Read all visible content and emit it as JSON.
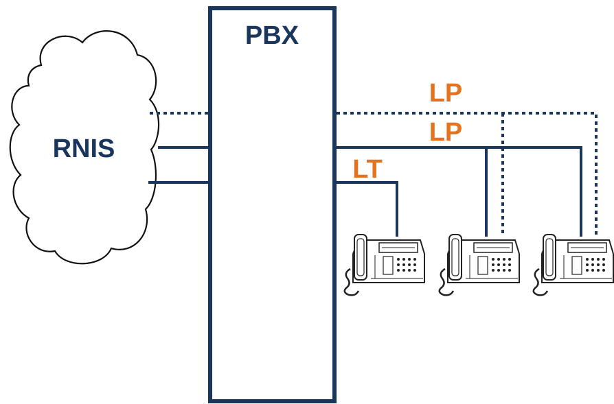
{
  "colors": {
    "navy": "#1b365d",
    "orange": "#e3731e",
    "phone_body": "#ffffff",
    "phone_line": "#222222"
  },
  "network": {
    "label": "RNIS",
    "icon": "cloud-icon"
  },
  "pbx": {
    "label": "PBX"
  },
  "links": {
    "lp_top_label": "LP",
    "lp_bottom_label": "LP",
    "lt_label": "LT"
  },
  "phones": [
    {
      "icon": "telephone-icon"
    },
    {
      "icon": "telephone-icon"
    },
    {
      "icon": "telephone-icon"
    }
  ]
}
